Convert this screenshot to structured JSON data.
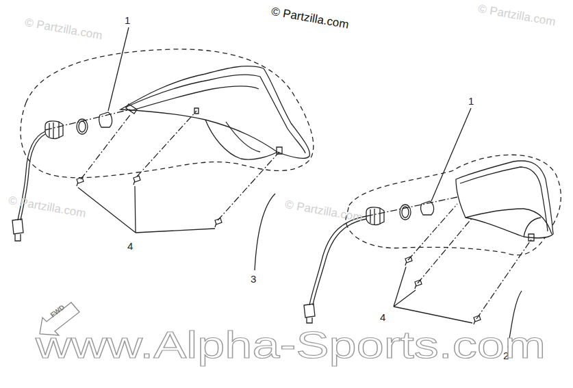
{
  "diagram": {
    "labels": [
      "© Partzilla.com",
      "© Partzilla.com",
      "© Partzilla.com",
      "© Partzilla.com",
      "© Partzilla.com",
      "1",
      "1",
      "4",
      "4",
      "3",
      "2",
      "FWD",
      "www.Alpha-Sports.com"
    ]
  }
}
